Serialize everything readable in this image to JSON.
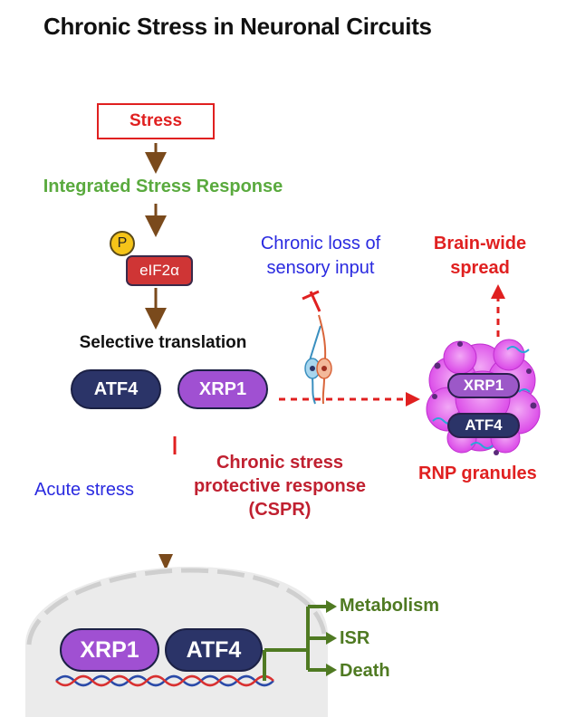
{
  "title": "Chronic Stress in Neuronal Circuits",
  "stress_label": "Stress",
  "isr_label": "Integrated Stress Response",
  "eif2a": {
    "label": "eIF2α",
    "phospho_label": "P"
  },
  "selective_translation_label": "Selective translation",
  "cytoplasm_proteins": {
    "atf4": "ATF4",
    "xrp1": "XRP1"
  },
  "chronic_loss_label": [
    "Chronic loss of",
    "sensory input"
  ],
  "brain_wide_label": [
    "Brain-wide",
    "spread"
  ],
  "granule_proteins": {
    "xrp1": "XRP1",
    "atf4": "ATF4"
  },
  "rnp_label": "RNP granules",
  "cspr_label": [
    "Chronic stress",
    "protective response",
    "(CSPR)"
  ],
  "acute_label": "Acute stress",
  "nucleus_proteins": {
    "xrp1": "XRP1",
    "atf4": "ATF4"
  },
  "outcomes": [
    "Metabolism",
    "ISR",
    "Death"
  ],
  "colors": {
    "arrow_brown": "#7a4a1c",
    "stress_red": "#e02020",
    "isr_green": "#5aaa3e",
    "outcome_green": "#4f7a22",
    "atf4_navy": "#2b3468",
    "xrp1_purple": "#a050d2",
    "granule_magenta": "#e040f0",
    "label_blue": "#2a2ae0"
  }
}
